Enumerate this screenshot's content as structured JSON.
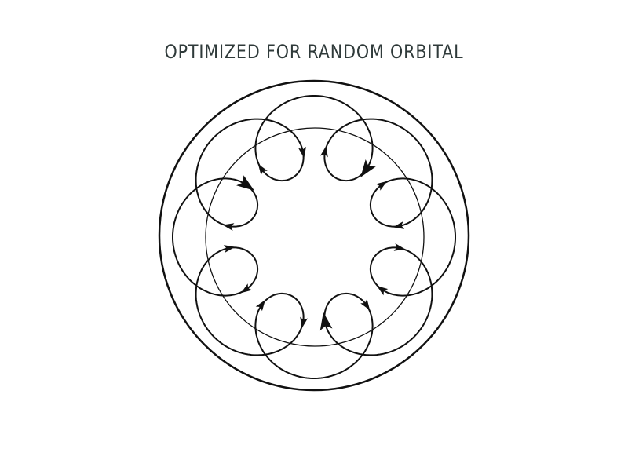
{
  "title": "OPTIMIZED FOR RANDOM ORBITAL",
  "diagram": {
    "loop_count": 8,
    "direction": "clockwise",
    "stroke_color": "#111111"
  }
}
